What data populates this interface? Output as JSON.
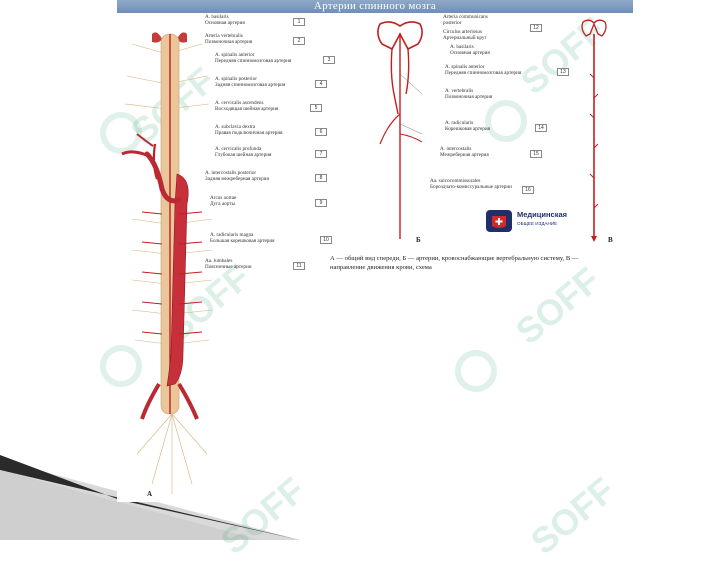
{
  "slide": {
    "title": "Артерии спинного мозга",
    "caption": "А — общий вид спереди, Б — артерии, кровоснабжающие вертебральную систему, В — направление движения крови, схема",
    "panel_letters": [
      "А",
      "Б",
      "В"
    ],
    "watermark": "SOFF",
    "logo": {
      "name": "Медицинская",
      "sub": "ОБЩЕЕ ИЗДАНИЕ",
      "colors": [
        "#1e2f6b",
        "#d22a2a"
      ]
    }
  },
  "left_labels": [
    {
      "line1": "А. basilaris",
      "line2": "Основная артерия",
      "ref": "1"
    },
    {
      "line1": "Arteria vertebralis",
      "line2": "Позвоночная артерия",
      "ref": "2"
    },
    {
      "line1": "A. spinalis anterior",
      "line2": "Передняя спинномозговая артерия",
      "ref": "3"
    },
    {
      "line1": "A. spinalis posterior",
      "line2": "Задняя спинномозговая артерия",
      "ref": "4"
    },
    {
      "line1": "A. cervicalis ascendens",
      "line2": "Восходящая шейная артерия",
      "ref": "5"
    },
    {
      "line1": "A. subclavia dextra",
      "line2": "Правая подключичная артерия",
      "ref": "6"
    },
    {
      "line1": "A. cervicalis profunda",
      "line2": "Глубокая шейная артерия",
      "ref": "7"
    },
    {
      "line1": "A. intercostalis posterior",
      "line2": "Задняя межреберная артерия",
      "ref": "8"
    },
    {
      "line1": "Arcus aortae",
      "line2": "Дуга аорты",
      "ref": "9"
    },
    {
      "line1": "A. radicularis magna",
      "line2": "Большая корешковая артерия",
      "ref": "10"
    },
    {
      "line1": "Aa. lumbales",
      "line2": "Поясничные артерии",
      "ref": "11"
    }
  ],
  "right_labels": [
    {
      "line1": "Arteria communicans",
      "line2": "posterior",
      "ref": "12"
    },
    {
      "line1": "Circulus arteriosus",
      "line2": "Артериальный круг",
      "ref": ""
    },
    {
      "line1": "A. basilaris",
      "line2": "Основная артерия",
      "ref": ""
    },
    {
      "line1": "A. spinalis anterior",
      "line2": "Передняя спинномозговая артерия",
      "ref": "13"
    },
    {
      "line1": "A. vertebralis",
      "line2": "Позвоночная артерия",
      "ref": ""
    },
    {
      "line1": "A. radicularis",
      "line2": "Корешковая артерия",
      "ref": "14"
    },
    {
      "line1": "A. intercostalis",
      "line2": "Межреберная артерия",
      "ref": "15"
    },
    {
      "line1": "Aa. sulcocommissurales",
      "line2": "Бороздчато-комиссуральные артерии",
      "ref": "16"
    }
  ]
}
